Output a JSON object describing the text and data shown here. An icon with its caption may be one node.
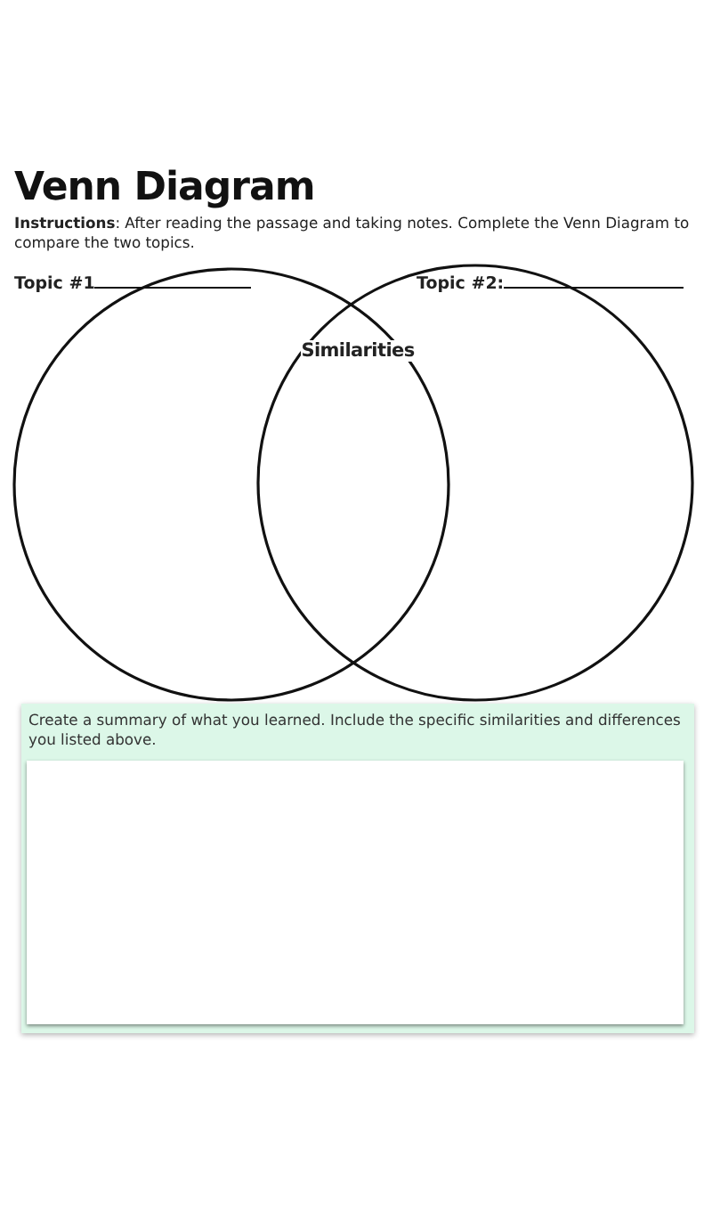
{
  "diagram": {
    "title": "Venn Diagram",
    "nodes": [
      {
        "text": [],
        "shape": "circle"
      },
      {
        "text": [],
        "shape": "circle"
      },
      {
        "text": [
          "Create a summary of what you learned. Include the specific similarities and differences you listed above."
        ]
      },
      {
        "text": [],
        "shape": "box",
        "in": 2
      }
    ],
    "labels": [
      "**Instructions**: After reading the passage and taking notes. Complete the Venn Diagram to compare the two topics.",
      "Topic #1",
      "Topic #2:",
      "Similarities"
    ]
  }
}
